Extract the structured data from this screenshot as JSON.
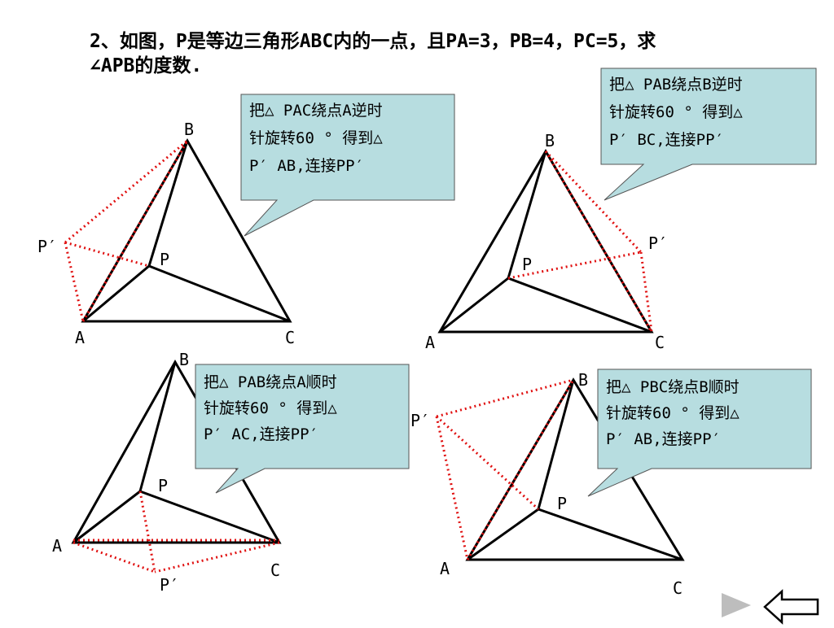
{
  "problem": {
    "line1": "2、如图，P是等边三角形ABC内的一点，且PA=3，PB=4，PC=5，求",
    "line2": "∠APB的度数."
  },
  "labels": {
    "A": "A",
    "B": "B",
    "C": "C",
    "P": "P",
    "Pp": "P′"
  },
  "callouts": [
    {
      "line1": "把△ PAC绕点A逆时",
      "line2": "针旋转60 °  得到△",
      "line3": "P′ AB,连接PP′"
    },
    {
      "line1": "把△ PAB绕点B逆时",
      "line2": "针旋转60 °  得到△",
      "line3": "P′ BC,连接PP′"
    },
    {
      "line1": "把△ PAB绕点A顺时",
      "line2": "针旋转60 °  得到△",
      "line3": "P′ AC,连接PP′"
    },
    {
      "line1": "把△ PBC绕点B顺时",
      "line2": "针旋转60 °  得到△",
      "line3": "P′ AB,连接PP′"
    }
  ],
  "colors": {
    "callout_fill": "#b7dde0",
    "callout_stroke": "#555555",
    "dotted": "#e01010",
    "nav_next": "#bdbdbd"
  },
  "icons": {
    "next": "play-triangle-icon",
    "back": "back-arrow-icon"
  }
}
